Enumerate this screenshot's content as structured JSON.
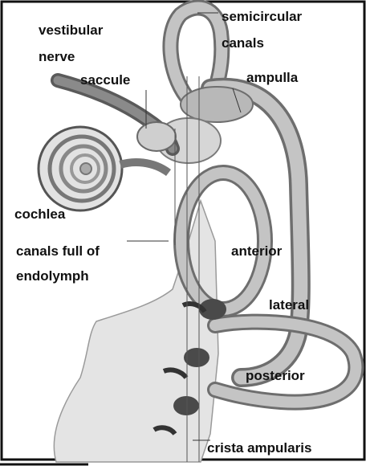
{
  "labels": {
    "semicircular_line1": "semicircular",
    "semicircular_line2": "canals",
    "vestibular_line1": "vestibular",
    "vestibular_line2": "nerve",
    "saccule": "saccule",
    "ampulla": "ampulla",
    "cochlea": "cochlea",
    "canals_full_line1": "canals full of",
    "canals_full_line2": "endolymph",
    "anterior": "anterior",
    "lateral": "lateral",
    "posterior": "posterior",
    "crista": "crista ampularis"
  },
  "colors": {
    "frame": "#111111",
    "canal_fill": "#c4c4c4",
    "canal_edge": "#6e6e6e",
    "vestibule_fill": "#e4e4e4",
    "ampulla_dark": "#4a4a4a",
    "nerve_fill": "#8a8a8a"
  },
  "icons": [
    "inner-ear-illustration"
  ]
}
